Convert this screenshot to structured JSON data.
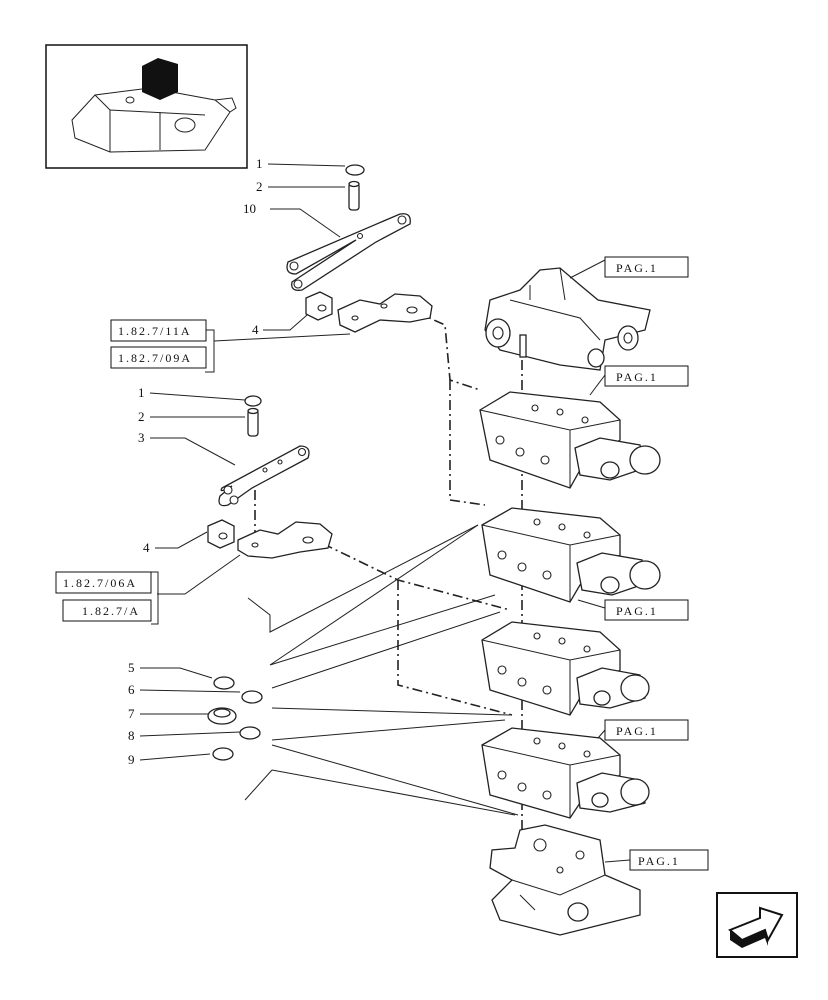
{
  "callouts": {
    "c1a": "1",
    "c2a": "2",
    "c10": "10",
    "c4a": "4",
    "c1b": "1",
    "c2b": "2",
    "c3": "3",
    "c4b": "4",
    "c5": "5",
    "c6": "6",
    "c7": "7",
    "c8": "8",
    "c9": "9"
  },
  "refs": {
    "r1": "1.82.7/11A",
    "r2": "1.82.7/09A",
    "r3": "1.82.7/06A",
    "r4": "1.82.7/A"
  },
  "pages": {
    "p1": "PAG.1",
    "p2": "PAG.1",
    "p3": "PAG.1",
    "p4": "PAG.1",
    "p5": "PAG.1"
  },
  "icons": {
    "thumbnail": "tractor-lift-thumbnail-icon",
    "next": "next-page-arrow-icon"
  }
}
